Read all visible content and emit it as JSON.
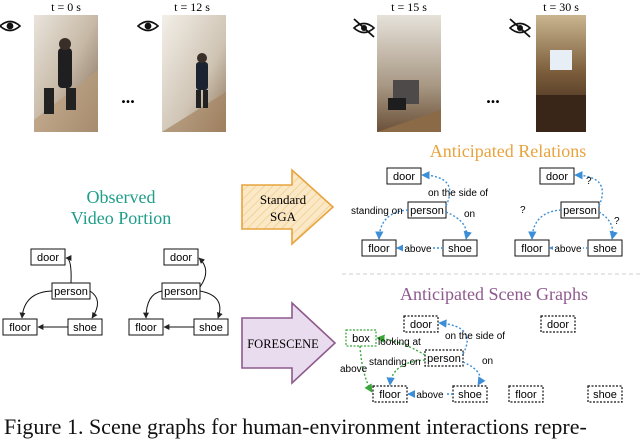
{
  "frames": {
    "t0": "t = 0 s",
    "t12": "t = 12 s",
    "t15": "t = 15 s",
    "t30": "t = 30 s",
    "ellipsis": "..."
  },
  "left_panel": {
    "title_line1": "Observed",
    "title_line2": "Video Portion"
  },
  "sga": {
    "label_line1": "Standard",
    "label_line2": "SGA"
  },
  "forescene": {
    "label": "FORESCENE"
  },
  "anticipated_relations": {
    "title": "Anticipated Relations"
  },
  "anticipated_scene_graphs": {
    "title": "Anticipated Scene Graphs"
  },
  "nodes": {
    "door": "door",
    "person": "person",
    "floor": "floor",
    "shoe": "shoe",
    "box": "box"
  },
  "relations": {
    "on_the_side_of": "on the side of",
    "standing_on": "standing on",
    "on": "on",
    "above": "above",
    "looking_at": "looking at",
    "unknown": "?"
  },
  "caption": {
    "text": "Figure 1. Scene graphs for human-environment interactions repre-"
  },
  "colors": {
    "teal": "#1f9e89",
    "orange": "#e8a33d",
    "purple": "#8e5a8e",
    "blue": "#3c8fd6",
    "green": "#3aa63a",
    "sga_fill": "#fbe8c6",
    "forescene_fill": "#eadcef"
  }
}
